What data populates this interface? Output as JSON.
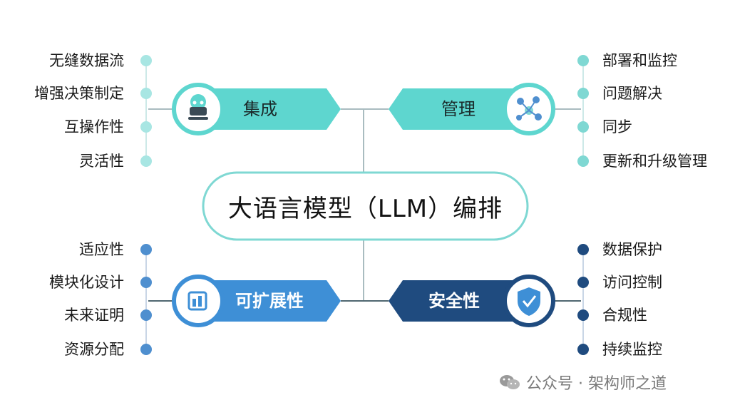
{
  "title": "大语言模型（LLM）编排",
  "categories": {
    "integration": {
      "label": "集成",
      "items": [
        "无缝数据流",
        "增强决策制定",
        "互操作性",
        "灵活性"
      ]
    },
    "management": {
      "label": "管理",
      "items": [
        "部署和监控",
        "问题解决",
        "同步",
        "更新和升级管理"
      ]
    },
    "scalability": {
      "label": "可扩展性",
      "items": [
        "适应性",
        "模块化设计",
        "未来证明",
        "资源分配"
      ]
    },
    "security": {
      "label": "安全性",
      "items": [
        "数据保护",
        "访问控制",
        "合规性",
        "持续监控"
      ]
    }
  },
  "watermark": "公众号 · 架构师之道",
  "colors": {
    "teal": "#5ed6cf",
    "teal_dot": "#8fe0dc",
    "blue": "#3e8fd6",
    "navy": "#1f4b7f",
    "line": "#9fb4b8"
  }
}
